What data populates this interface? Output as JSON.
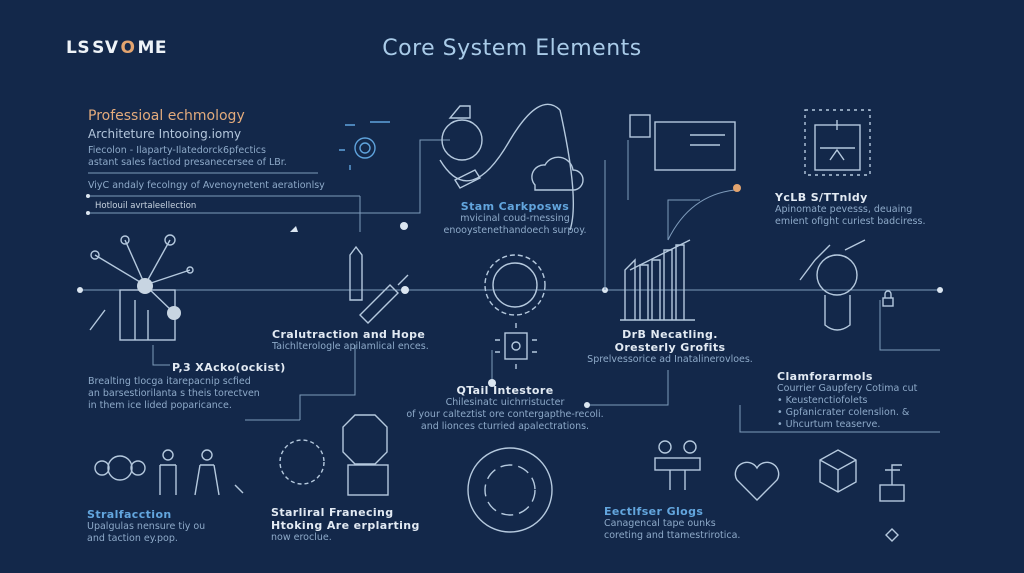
{
  "logo": {
    "mark": "LS",
    "text_a": "SV",
    "text_o": "O",
    "text_b": "ME"
  },
  "title": "Core System Elements",
  "colors": {
    "background": "#13284a",
    "accent_orange": "#e3a46f",
    "accent_blue": "#5fa3dc",
    "line": "#7e9bbb"
  },
  "intro": {
    "heading": "Professioal echmology",
    "subheading": "Architeture Intooing.iomy",
    "body": [
      "Fiecolon - Ilaparty-Ilatedorck6pfectics",
      "astant sales factiod presanecersee of LBr."
    ],
    "line_text": "ViyC andaly fecolngy of Avenoynetent aerationlsy",
    "bar_label": "Hotlouil avrtaleellection"
  },
  "blocks": [
    {
      "id": "top-center",
      "title": "Stam Carkposws",
      "body": [
        "mvicinal coud-rnessing",
        "enooystenethandoech surpoy."
      ]
    },
    {
      "id": "top-right",
      "title": "YcLB S/TTnldy",
      "body": [
        "Apinomate pevesss, deuaing",
        "emient ofight curiest badciress."
      ]
    },
    {
      "id": "mid-left-a",
      "title": "Cralutraction and Hope",
      "body": [
        "Taichlterologle apilamlical ences."
      ]
    },
    {
      "id": "mid-left-b",
      "title": "P,3 XAcko(ockist)",
      "body": [
        "Brealting tlocga itarepacnip scfied",
        "an barsestiorilanta s theis torectven",
        "in them ice lided poparicance."
      ]
    },
    {
      "id": "mid-center",
      "title": "QTail Intestore",
      "body": [
        "Chilesinatc uichrristucter",
        "of your calteztist ore contergapthe-recoli.",
        "and lionces cturried apalectrations."
      ]
    },
    {
      "id": "mid-right",
      "title": "DrB Necatling.",
      "title2": "Oresterly Grofits",
      "body": [
        "Sprelvessorice ad Inatalinerovloes."
      ]
    },
    {
      "id": "right",
      "title": "Clamforarmols",
      "body": [
        "Courrier Gaupfery Cotima cut",
        "• Keustenctiofolets",
        "• Gpfanicrater colenslion. &",
        "• Uhcurtum teaserve."
      ]
    },
    {
      "id": "bottom-left",
      "title": "Stralfacction",
      "body": [
        "Upalgulas nensure tiy ou",
        "and taction ey.pop."
      ]
    },
    {
      "id": "bottom-center-left",
      "title": "Starliral Franecing",
      "title2": "Htoking Are erplarting",
      "body": [
        "now eroclue."
      ]
    },
    {
      "id": "bottom-right",
      "title": "Eectlfser Glogs",
      "body": [
        "Canagencal tape ounks",
        "coreting and ttamestrirotica."
      ]
    }
  ],
  "icons": [
    "network-nodes-icon",
    "gear-icon",
    "hand-icon",
    "cloud-icon",
    "browser-window-icon",
    "cube-network-icon",
    "pen-icon",
    "plug-icon",
    "gear-ring-icon",
    "chip-icon",
    "city-chart-icon",
    "person-head-icon",
    "lock-icon",
    "people-icon",
    "octagon-document-icon",
    "circular-arrows-icon",
    "team-icon",
    "heart-icon",
    "cube-icon",
    "robot-arm-icon"
  ]
}
